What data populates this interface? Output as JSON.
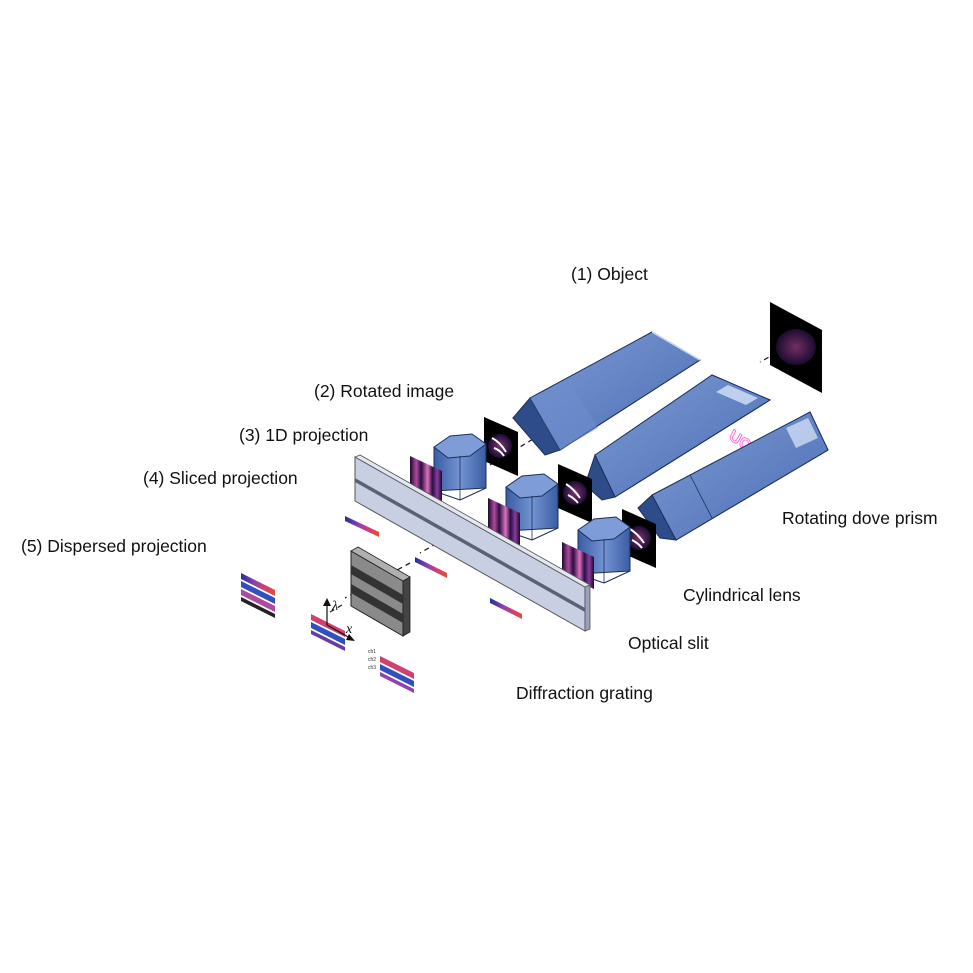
{
  "labels": {
    "object": "(1) Object",
    "rotated_image": "(2) Rotated image",
    "projection_1d": "(3) 1D projection",
    "sliced_projection": "(4) Sliced projection",
    "dispersed_projection": "(5) Dispersed projection",
    "dove_prism": "Rotating dove prism",
    "cylindrical_lens": "Cylindrical lens",
    "optical_slit": "Optical slit",
    "diffraction_grating": "Diffraction grating"
  },
  "object_logo": "UCLA",
  "axes": {
    "lambda": "λ",
    "x": "x"
  },
  "channel_labels": [
    "ch1",
    "ch2",
    "ch3"
  ],
  "colors": {
    "prism_fill": "#4a6db3",
    "prism_dark": "#2f4f8f",
    "prism_light": "#6b8ccc",
    "slit": "#c9cfe3",
    "grating": "#808080",
    "image_bg": "#000000"
  }
}
